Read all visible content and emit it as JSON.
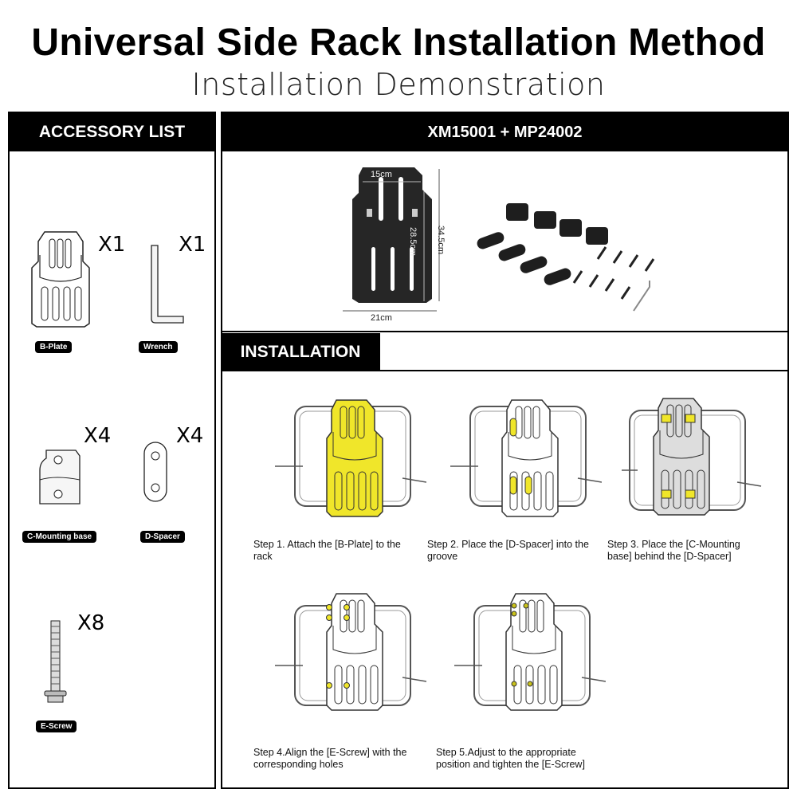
{
  "header": {
    "title": "Universal Side Rack Installation Method",
    "subtitle": "Installation Demonstration"
  },
  "accessory_list": {
    "heading": "ACCESSORY LIST",
    "items": [
      {
        "label": "B-Plate",
        "qty": "X1",
        "icon": "b-plate-icon"
      },
      {
        "label": "Wrench",
        "qty": "X1",
        "icon": "wrench-icon"
      },
      {
        "label": "C-Mounting base",
        "qty": "X4",
        "icon": "c-mounting-base-icon"
      },
      {
        "label": "D-Spacer",
        "qty": "X4",
        "icon": "d-spacer-icon"
      },
      {
        "label": "E-Screw",
        "qty": "X8",
        "icon": "e-screw-icon"
      }
    ]
  },
  "product": {
    "heading": "XM15001 + MP24002",
    "dimensions": {
      "top_width": "15cm",
      "inner_height": "28.5cm",
      "total_height": "34.5cm",
      "bottom_width": "21cm"
    }
  },
  "installation": {
    "heading": "INSTALLATION",
    "highlight_color": "#f0e62a",
    "steps": [
      {
        "text": "Step 1. Attach the [B-Plate] to the rack"
      },
      {
        "text": "Step 2. Place the [D-Spacer] into the groove"
      },
      {
        "text": "Step 3. Place the [C-Mounting base] behind the [D-Spacer]"
      },
      {
        "text": "Step 4.Align the [E-Screw] with the corresponding holes"
      },
      {
        "text": "Step 5.Adjust to the appropriate position and tighten the [E-Screw]"
      }
    ]
  }
}
